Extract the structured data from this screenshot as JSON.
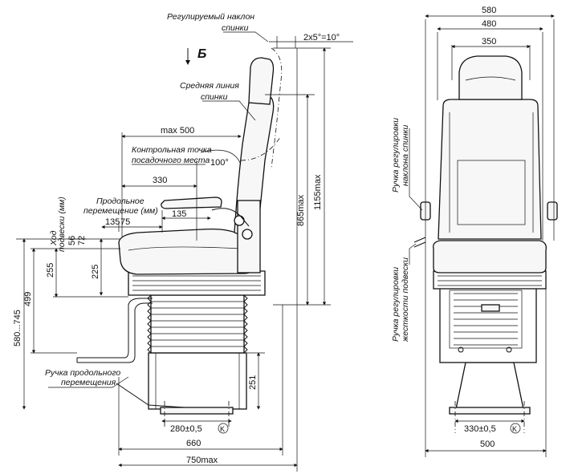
{
  "side_view": {
    "view_letter": "Б",
    "labels": {
      "backrest_tilt_line1": "Регулируемый наклон",
      "backrest_tilt_line2": "спинки",
      "backrest_midline_line1": "Средняя линия",
      "backrest_midline_line2": "спинки",
      "control_point_line1": "Контрольная точка",
      "control_point_line2": "посадочного места",
      "long_move_line1": "Продольное",
      "long_move_line2": "перемещение (мм)",
      "handle_line1": "Ручка продольного",
      "handle_line2": "перемещения",
      "susp_travel_line1": "Ход",
      "susp_travel_line2": "подвески (мм)"
    },
    "dims": {
      "tilt_angle": "2x5°=10°",
      "max500": "max 500",
      "d330": "330",
      "angle100": "100°",
      "d135a": "135",
      "d75": "75",
      "d135b": "135",
      "d56": "56",
      "d72": "72",
      "d255": "255",
      "d225": "225",
      "d499": "499",
      "d580_745": "580...745",
      "d865": "865max",
      "d1155": "1155max",
      "d251": "251",
      "d280": "280±0,5",
      "k_mark": "K",
      "d660": "660",
      "d750": "750max"
    }
  },
  "front_view": {
    "labels": {
      "tilt_handle_line1": "Ручка регулировки",
      "tilt_handle_line2": "наклона спинки",
      "stiff_handle_line1": "Ручка регулировки",
      "stiff_handle_line2": "жесткости подвески"
    },
    "dims": {
      "d580": "580",
      "d480": "480",
      "d350": "350",
      "d330": "330±0,5",
      "k_mark": "K",
      "d500": "500"
    }
  }
}
